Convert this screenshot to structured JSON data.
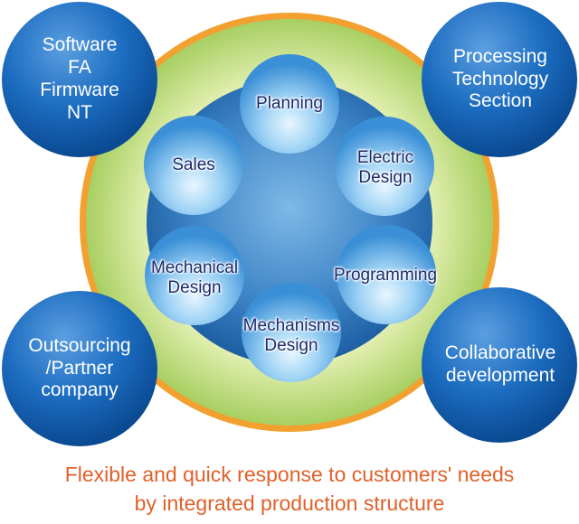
{
  "colors": {
    "ring_orange": "#f2a030",
    "ring_green_light": "#f4f8d6",
    "ring_green_dark": "#a8cf62",
    "hub_blue_dark": "#1d63a6",
    "hub_blue_light": "#5b9fd8",
    "outer_blue_dark": "#0a4f99",
    "outer_blue_light": "#4a8fd8",
    "inner_blue_dark": "#3b8fd8",
    "inner_blue_light": "#dff2ff",
    "caption": "#e0602a"
  },
  "outer_nodes": [
    {
      "id": "software",
      "text": "Software\nFA\nFirmware\nNT"
    },
    {
      "id": "processing",
      "text": "Processing\nTechnology\nSection"
    },
    {
      "id": "outsourcing",
      "text": "Outsourcing\n/Partner\ncompany"
    },
    {
      "id": "collaborative",
      "text": "Collaborative\ndevelopment"
    }
  ],
  "inner_nodes": [
    {
      "id": "planning",
      "text": "Planning"
    },
    {
      "id": "electric",
      "text": "Electric\nDesign"
    },
    {
      "id": "programming",
      "text": "Programming"
    },
    {
      "id": "mechanisms",
      "text": "Mechanisms\nDesign"
    },
    {
      "id": "mechanical",
      "text": "Mechanical\nDesign"
    },
    {
      "id": "sales",
      "text": "Sales"
    }
  ],
  "caption": {
    "line1": "Flexible and quick response to customers' needs",
    "line2": "by integrated production structure"
  }
}
